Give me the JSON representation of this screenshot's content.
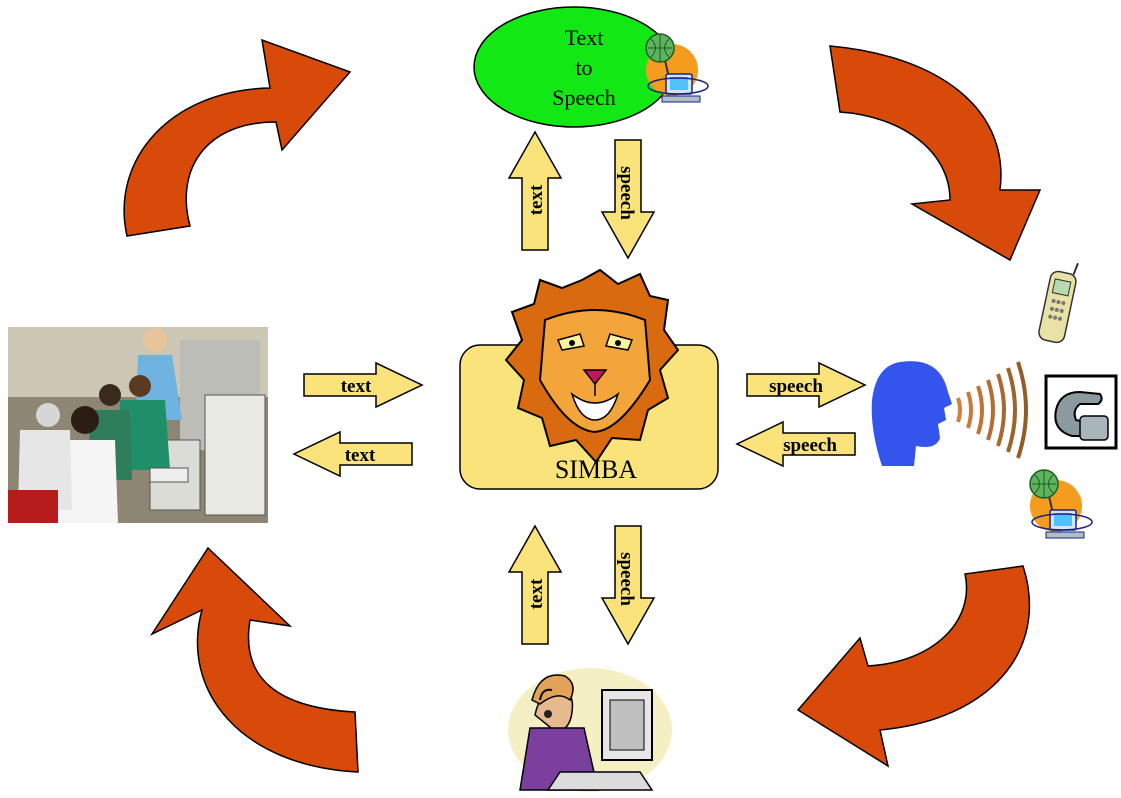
{
  "tts_node": {
    "line1": "Text",
    "line2": "to",
    "line3": "Speech"
  },
  "center": {
    "label": "SIMBA"
  },
  "arrows": {
    "top_up": "text",
    "top_down": "speech",
    "left_right": "text",
    "left_left": "text",
    "right_right": "speech",
    "right_left": "speech",
    "bottom_up": "text",
    "bottom_down": "speech"
  },
  "colors": {
    "arrow_fill": "#fae37a",
    "cycle_arrow": "#d84a0a",
    "tts_fill": "#11e814",
    "center_fill": "#fae37a",
    "speaker_head": "#3355ee"
  },
  "icons": [
    "globe-computer-icon",
    "lion-icon",
    "mobile-phone-icon",
    "telephone-icon",
    "speaker-head-icon",
    "call-center-agent-icon",
    "office-photo-icon"
  ]
}
